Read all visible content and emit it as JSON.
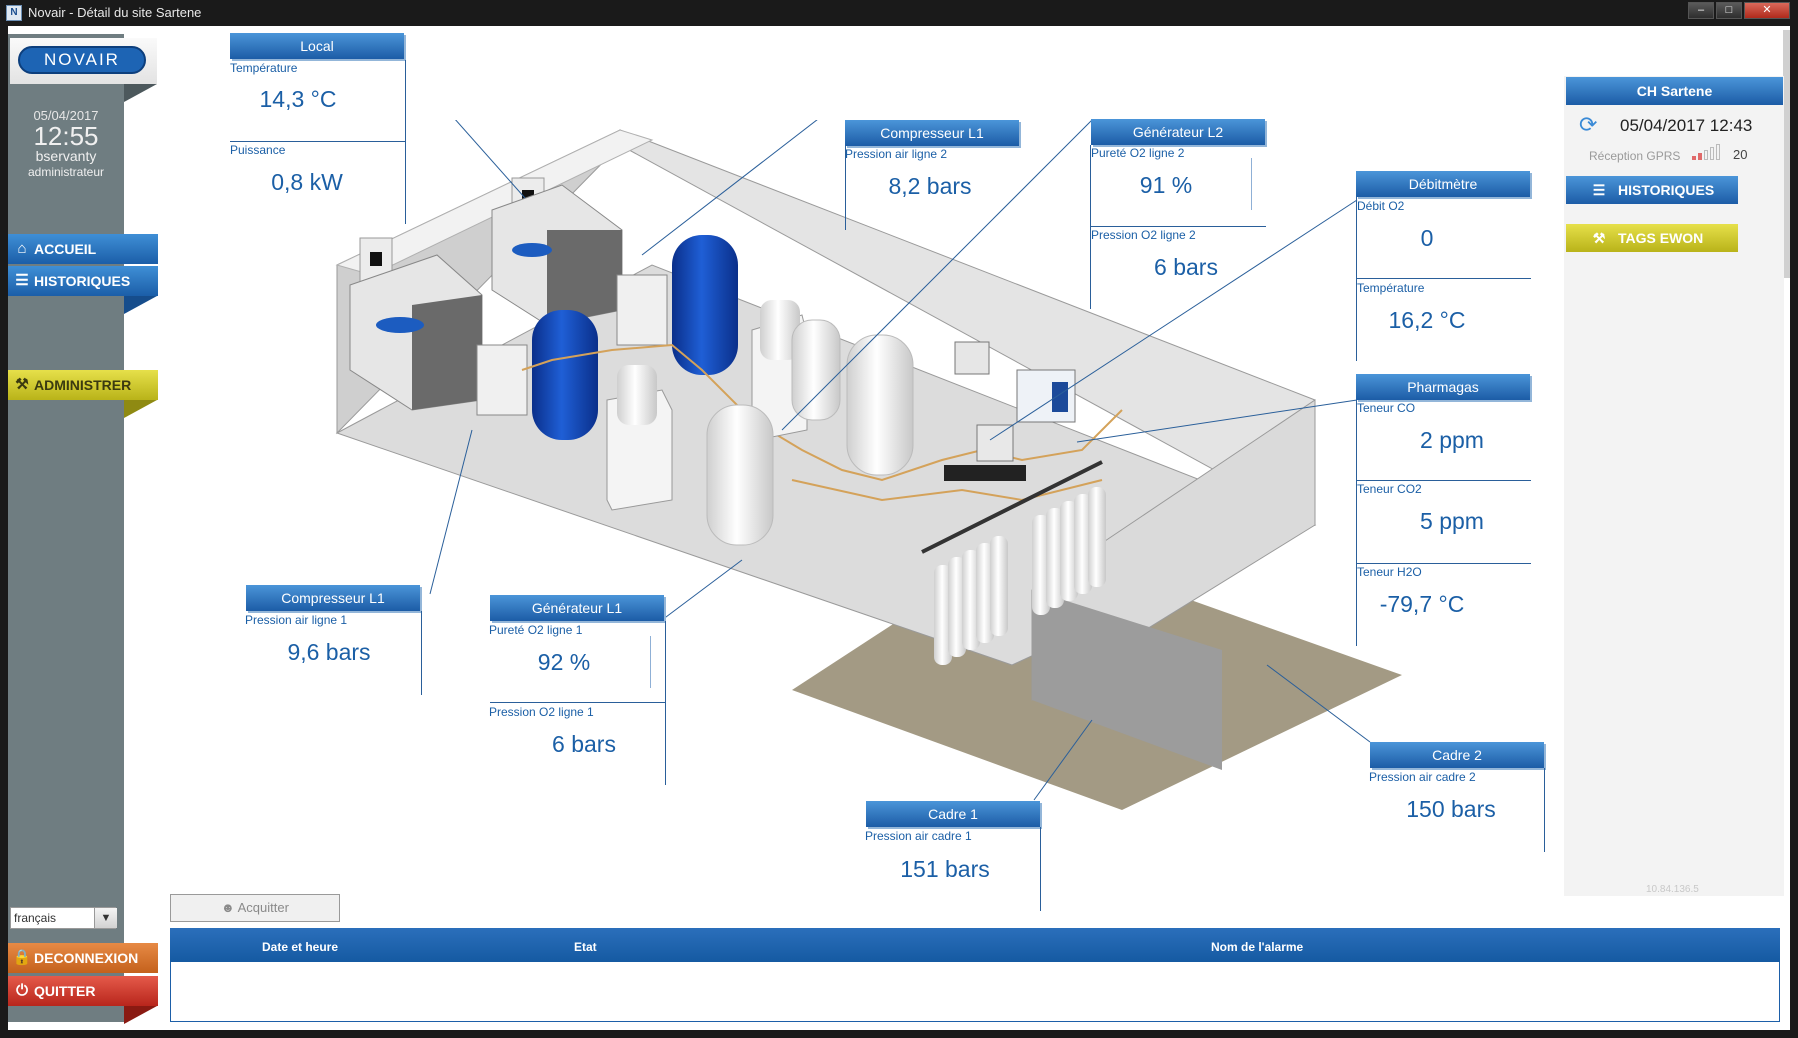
{
  "window": {
    "title": "Novair - Détail du site Sartene",
    "app_icon": "N"
  },
  "sidebar": {
    "logo": "NOVAIR",
    "date": "05/04/2017",
    "time": "12:55",
    "user": "bservanty",
    "role": "administrateur",
    "nav": {
      "accueil": "ACCUEIL",
      "historiques": "HISTORIQUES",
      "administrer": "ADMINISTRER",
      "deconnexion": "DECONNEXION",
      "quitter": "QUITTER"
    },
    "language": "français"
  },
  "panels": {
    "local": {
      "title": "Local",
      "temp_label": "Température",
      "temp_value": "14,3 °C",
      "power_label": "Puissance",
      "power_value": "0,8 kW"
    },
    "compresseur_l1_top": {
      "title": "Compresseur L1",
      "label": "Pression air ligne 2",
      "value": "8,2 bars"
    },
    "generateur_l2": {
      "title": "Générateur L2",
      "purity_label": "Pureté O2 ligne 2",
      "purity_value": "91 %",
      "pressure_label": "Pression O2 ligne 2",
      "pressure_value": "6 bars"
    },
    "debitmetre": {
      "title": "Débitmètre",
      "flow_label": "Débit O2",
      "flow_value": "0",
      "temp_label": "Température",
      "temp_value": "16,2 °C"
    },
    "pharmagas": {
      "title": "Pharmagas",
      "co_label": "Teneur CO",
      "co_value": "2 ppm",
      "co2_label": "Teneur CO2",
      "co2_value": "5 ppm",
      "h2o_label": "Teneur H2O",
      "h2o_value": "-79,7 °C"
    },
    "compresseur_l1": {
      "title": "Compresseur L1",
      "label": "Pression air ligne 1",
      "value": "9,6 bars"
    },
    "generateur_l1": {
      "title": "Générateur L1",
      "purity_label": "Pureté O2 ligne 1",
      "purity_value": "92 %",
      "pressure_label": "Pression O2 ligne 1",
      "pressure_value": "6 bars"
    },
    "cadre1": {
      "title": "Cadre 1",
      "label": "Pression air cadre 1",
      "value": "151 bars"
    },
    "cadre2": {
      "title": "Cadre 2",
      "label": "Pression air cadre 2",
      "value": "150 bars"
    }
  },
  "right_panel": {
    "site": "CH Sartene",
    "datetime": "05/04/2017 12:43",
    "gprs_label": "Réception GPRS",
    "gprs_value": "20",
    "historiques": "HISTORIQUES",
    "tags_ewon": "TAGS EWON",
    "ip": "10.84.136.5"
  },
  "alarms": {
    "ack_label": "Acquitter",
    "col_date": "Date et heure",
    "col_state": "Etat",
    "col_name": "Nom de l'alarme"
  },
  "colors": {
    "accent_blue": "#1c5ca6",
    "value_blue": "#1b5fa6",
    "admin_yellow": "#d4cf2e",
    "logout_orange": "#d9722e",
    "quit_red": "#cf3b2b",
    "sidebar_grey": "#6f7d81"
  }
}
